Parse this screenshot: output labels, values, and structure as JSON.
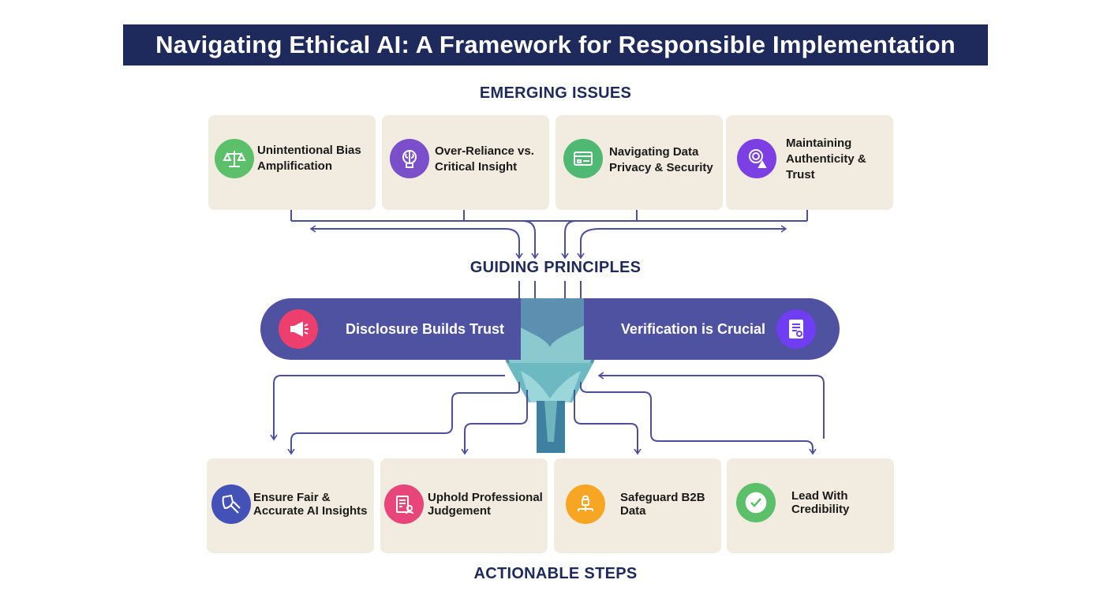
{
  "title": "Navigating Ethical AI: A Framework for Responsible Implementation",
  "sections": {
    "emerging": "EMERGING ISSUES",
    "guiding": "GUIDING PRINCIPLES",
    "actionable": "ACTIONABLE STEPS"
  },
  "issues": [
    {
      "label": "Unintentional Bias Amplification",
      "icon": "scales-icon",
      "color": "#5cbf6a"
    },
    {
      "label": "Over-Reliance vs. Critical Insight",
      "icon": "brain-icon",
      "color": "#7b4fc9"
    },
    {
      "label": "Navigating Data Privacy & Security",
      "icon": "data-window-icon",
      "color": "#4fb872"
    },
    {
      "label": "Maintaining Authenticity & Trust",
      "icon": "badge-warning-icon",
      "color": "#7b3fe4"
    }
  ],
  "principles": [
    {
      "label": "Disclosure Builds Trust",
      "icon": "megaphone-icon",
      "color": "#ec3f6e"
    },
    {
      "label": "Verification is Crucial",
      "icon": "document-check-icon",
      "color": "#6f3df2"
    }
  ],
  "steps": [
    {
      "label": "Ensure Fair & Accurate AI Insights",
      "icon": "gavel-shield-icon",
      "color": "#4452b8"
    },
    {
      "label": "Uphold Professional Judgement",
      "icon": "clipboard-user-icon",
      "color": "#e8457a"
    },
    {
      "label": "Safeguard B2B Data",
      "icon": "network-lock-icon",
      "color": "#f6a623"
    },
    {
      "label": "Lead With Credibility",
      "icon": "check-circle-icon",
      "color": "#5cbf6a"
    }
  ],
  "colors": {
    "banner": "#1e2a5c",
    "card": "#f2ebdf",
    "pill": "#4f52a0",
    "arrows": "#4b4f9c",
    "funnel": "#6fb5be"
  }
}
